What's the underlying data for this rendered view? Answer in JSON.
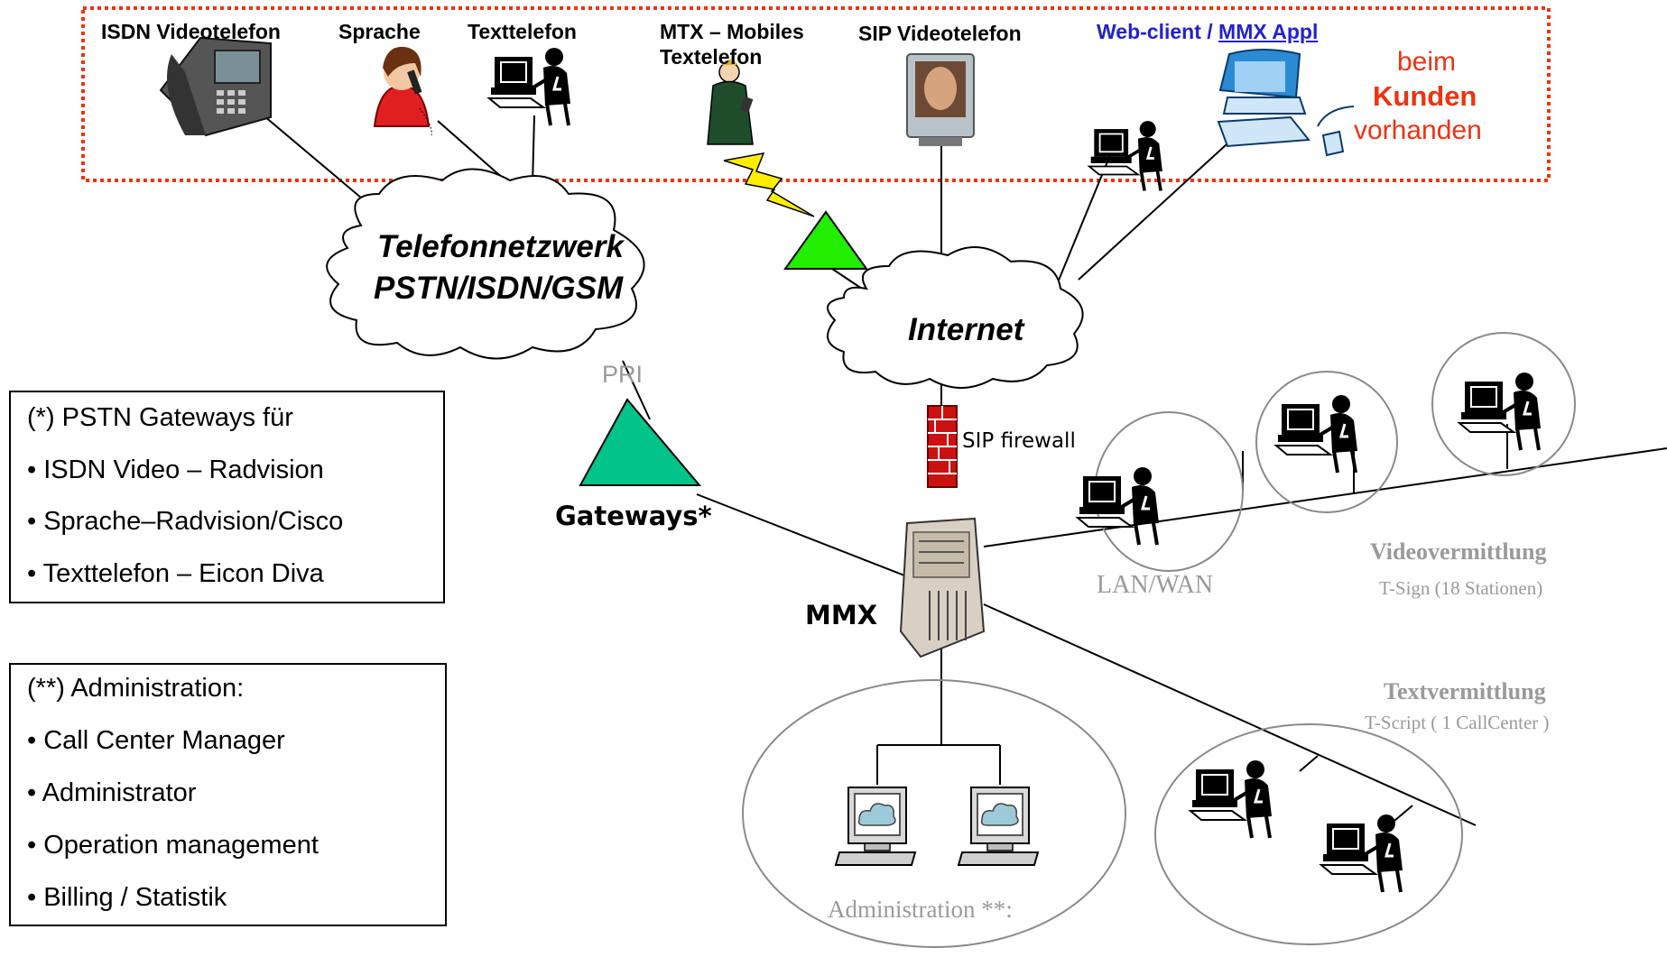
{
  "customer_devices": {
    "isdn_video": "ISDN Videotelefon",
    "speech": "Sprache",
    "texttelefon": "Texttelefon",
    "mtx_line1": "MTX – Mobiles",
    "mtx_line2": "Textelefon",
    "sip_video": "SIP Videotelefon",
    "webclient_a": "Web-client",
    "webclient_sep": " / ",
    "webclient_b": "MMX Appl"
  },
  "customer_note": {
    "line1": "beim",
    "line2": "Kunden",
    "line3": "vorhanden"
  },
  "clouds": {
    "phone_line1": "Telefonnetzwerk",
    "phone_line2": "PSTN/ISDN/GSM",
    "internet": "Internet"
  },
  "labels": {
    "pri": "PRI",
    "gateways": "Gateways*",
    "sip_firewall": "SIP firewall",
    "mmx": "MMX",
    "lan_wan": "LAN/WAN",
    "video_title": "Videovermittlung",
    "video_sub": "T-Sign (18 Stationen)",
    "text_title": "Textvermittlung",
    "text_sub": "T-Script ( 1 CallCenter )",
    "admin": "Administration **:"
  },
  "gateway_box": {
    "title": "(*) PSTN Gateways für",
    "items": [
      "• ISDN Video – Radvision",
      "• Sprache–Radvision/Cisco",
      "• Texttelefon – Eicon Diva"
    ]
  },
  "admin_box": {
    "title": "(**) Administration:",
    "items": [
      "• Call Center Manager",
      "• Administrator",
      "• Operation management",
      "• Billing / Statistik"
    ]
  },
  "colors": {
    "dotted_border": "#ee3311",
    "customer_note": "#ee3311",
    "webclient": "#2222cc",
    "gateway_triangle": "#00c48a",
    "internet_triangle": "#22ee00",
    "lightning": "#ffee00",
    "firewall": "#cc1111",
    "grey_text": "#9a9a9a"
  }
}
